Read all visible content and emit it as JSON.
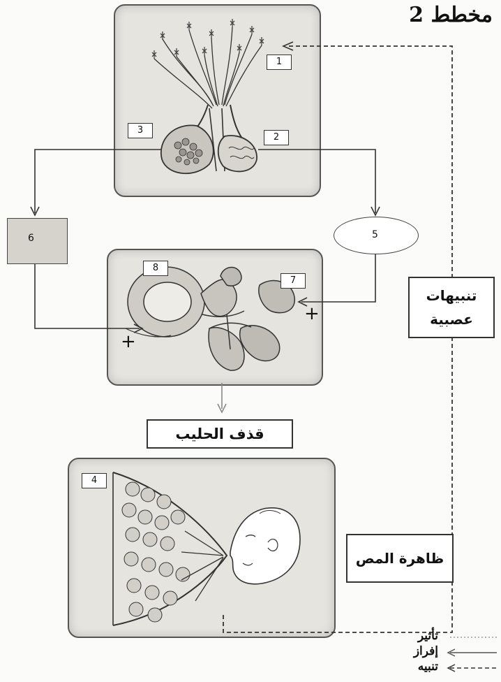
{
  "title": "مخطط 2",
  "numbers": {
    "n1": "1",
    "n2": "2",
    "n3": "3",
    "n4": "4",
    "n5": "5",
    "n6": "6",
    "n7": "7",
    "n8": "8"
  },
  "labels": {
    "milk_ejection": "قذف الحليب",
    "suckling": "ظاهرة المص",
    "nerve_stimuli_line1": "تنبيهات",
    "nerve_stimuli_line2": "عصبية"
  },
  "legend": [
    {
      "label": "تأثير",
      "style": "dotted"
    },
    {
      "label": "إفراز",
      "style": "solid"
    },
    {
      "label": "تنبيه",
      "style": "dashed"
    }
  ],
  "plus_sign": "+"
}
